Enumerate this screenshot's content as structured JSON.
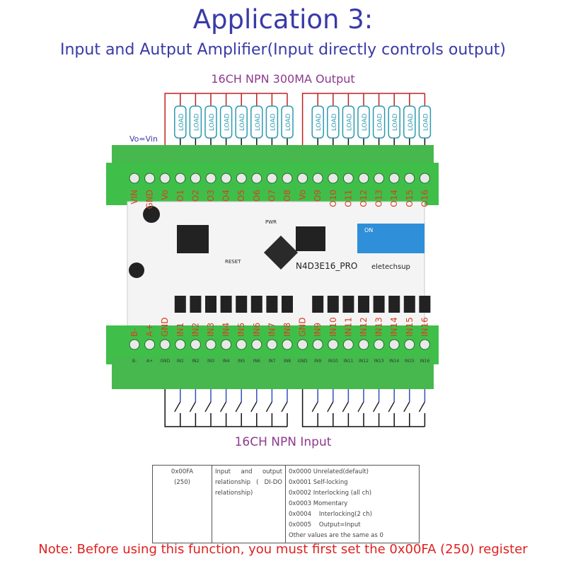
{
  "title": "Application 3:",
  "subtitle": "Input and Autput Amplifier(Input directly controls output)",
  "output_label": "16CH NPN 300MA Output",
  "input_label": "16CH NPN Input",
  "vo_note": "Vo=Vin",
  "load_label": "LOAD",
  "board": {
    "model": "N4D3E16_PRO",
    "brand": "eletechsup",
    "reset": "RESET",
    "pwr": "PWR",
    "dip_on": "ON",
    "top_terminals": [
      "VIN",
      "GND",
      "Vo",
      "O1",
      "O2",
      "O3",
      "O4",
      "O5",
      "O6",
      "O7",
      "O8",
      "Vo",
      "O9",
      "O10",
      "O11",
      "O12",
      "O13",
      "O14",
      "O15",
      "O16"
    ],
    "bottom_terminals": [
      "B-",
      "A+",
      "GND",
      "IN1",
      "IN2",
      "IN3",
      "IN4",
      "IN5",
      "IN6",
      "IN7",
      "IN8",
      "GND",
      "IN9",
      "IN10",
      "IN11",
      "IN12",
      "IN13",
      "IN14",
      "IN15",
      "IN16"
    ]
  },
  "table": {
    "address": "0x00FA",
    "address_dec": "(250)",
    "description": "Input and output relationship ( DI-DO relationship)",
    "values": [
      "0x0000 Unrelated(default)",
      "0x0001 Self-locking",
      "0x0002 Interlocking (all ch)",
      "0x0003 Momentary",
      "0x0004    Interlocking(2 ch)",
      "0x0005    Output=Input",
      "Other values are the same as 0"
    ]
  },
  "note": "Note: Before using this function, you must first set the 0x00FA (250) register",
  "colors": {
    "title": "#3a3aa8",
    "note": "#e02020",
    "board_green": "#3fbf4a",
    "wire_red": "#c02020",
    "wire_blue": "#3050c0",
    "load": "#2a9ab0"
  }
}
